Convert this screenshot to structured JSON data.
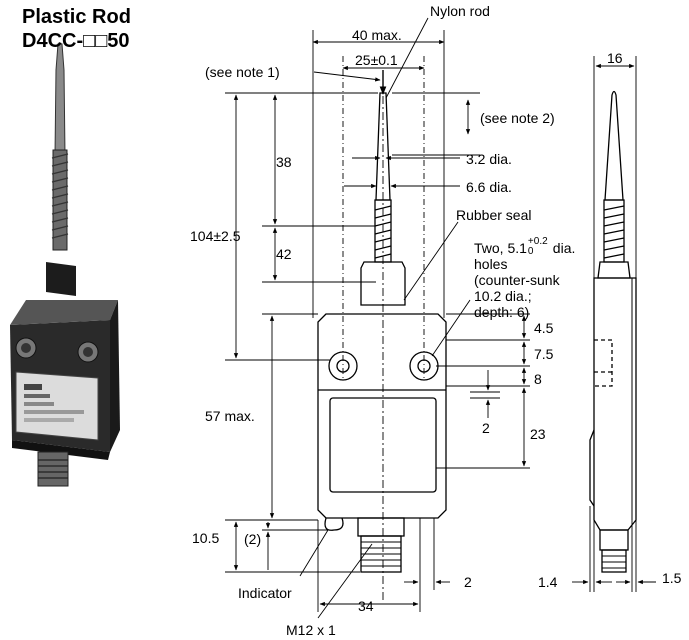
{
  "title": {
    "line1": "Plastic Rod",
    "line2": "D4CC-□□50"
  },
  "labels": {
    "nylon_rod": "Nylon rod",
    "note1": "(see note 1)",
    "note2": "(see note 2)",
    "width_max": "40 max.",
    "hole_pitch": "25±0.1",
    "side_width": "16",
    "dim_38": "38",
    "dim_42": "42",
    "total_height": "104±2.5",
    "tip_dia": "3.2 dia.",
    "rod_dia": "6.6 dia.",
    "rubber_seal": "Rubber seal",
    "holes_line1_a": "Two, 5.1",
    "holes_tol_upper": "+0.2",
    "holes_tol_lower": "0",
    "holes_line1_b": " dia.",
    "holes_line2": "holes",
    "holes_line3": "(counter-sunk",
    "holes_line4": "10.2 dia.;",
    "holes_line5": "depth: 6)",
    "dim_4_5": "4.5",
    "dim_7_5": "7.5",
    "dim_8": "8",
    "dim_2_right": "2",
    "dim_23": "23",
    "dim_57": "57 max.",
    "dim_10_5": "10.5",
    "dim_2_paren": "(2)",
    "indicator": "Indicator",
    "dim_2_bottom": "2",
    "dim_34": "34",
    "thread": "M12 x 1",
    "dim_1_4": "1.4",
    "dim_1_5": "1.5"
  },
  "colors": {
    "line": "#000000",
    "background": "#ffffff",
    "photo_body": "#2a2a2a"
  }
}
